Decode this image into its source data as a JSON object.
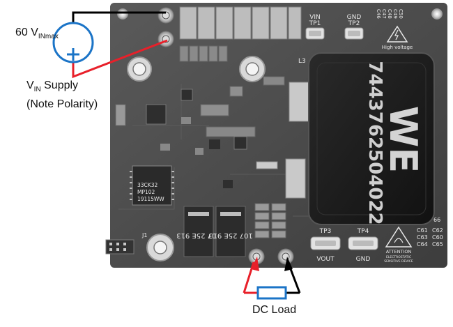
{
  "annotations": {
    "vin_max": {
      "prefix": "60 V",
      "subscript": "INmax"
    },
    "vin_supply": {
      "v": "V",
      "sub": "IN",
      "rest": " Supply",
      "line2": "(Note Polarity)"
    },
    "dc_load": "DC Load"
  },
  "board": {
    "test_points": [
      {
        "id": "vin",
        "top": "VIN",
        "bottom": "TP1"
      },
      {
        "id": "gnd-top",
        "top": "GND",
        "bottom": "TP2"
      },
      {
        "id": "vout",
        "top": "TP3",
        "bottom": "VOUT"
      },
      {
        "id": "gnd-bottom",
        "top": "TP4",
        "bottom": "GND"
      }
    ],
    "high_voltage": "High voltage",
    "inductor_label": "L3",
    "inductor_marking": "7443762504022",
    "inductor_logo": "WE",
    "ic_marking": [
      "33CK32",
      "MP102",
      "19115WW"
    ],
    "cap_markings": [
      "107 25E 913",
      "107 25E 913"
    ],
    "cap_refs_top": [
      "C46",
      "C47",
      "C48",
      "C49",
      "C50"
    ],
    "cap_refs_bottom": [
      "C61",
      "C62",
      "C63",
      "C60",
      "C64",
      "C65"
    ],
    "attention": [
      "ATTENTION",
      "ELECTROSTATIC",
      "SENSITIVE DEVICE"
    ],
    "ref_j1": "J1",
    "ref_66": "66"
  },
  "colors": {
    "supply_positive_wire": "#e8202a",
    "supply_negative_wire": "#000000",
    "source_symbol": "#1b74c7",
    "pcb": "#4a4a4a"
  }
}
